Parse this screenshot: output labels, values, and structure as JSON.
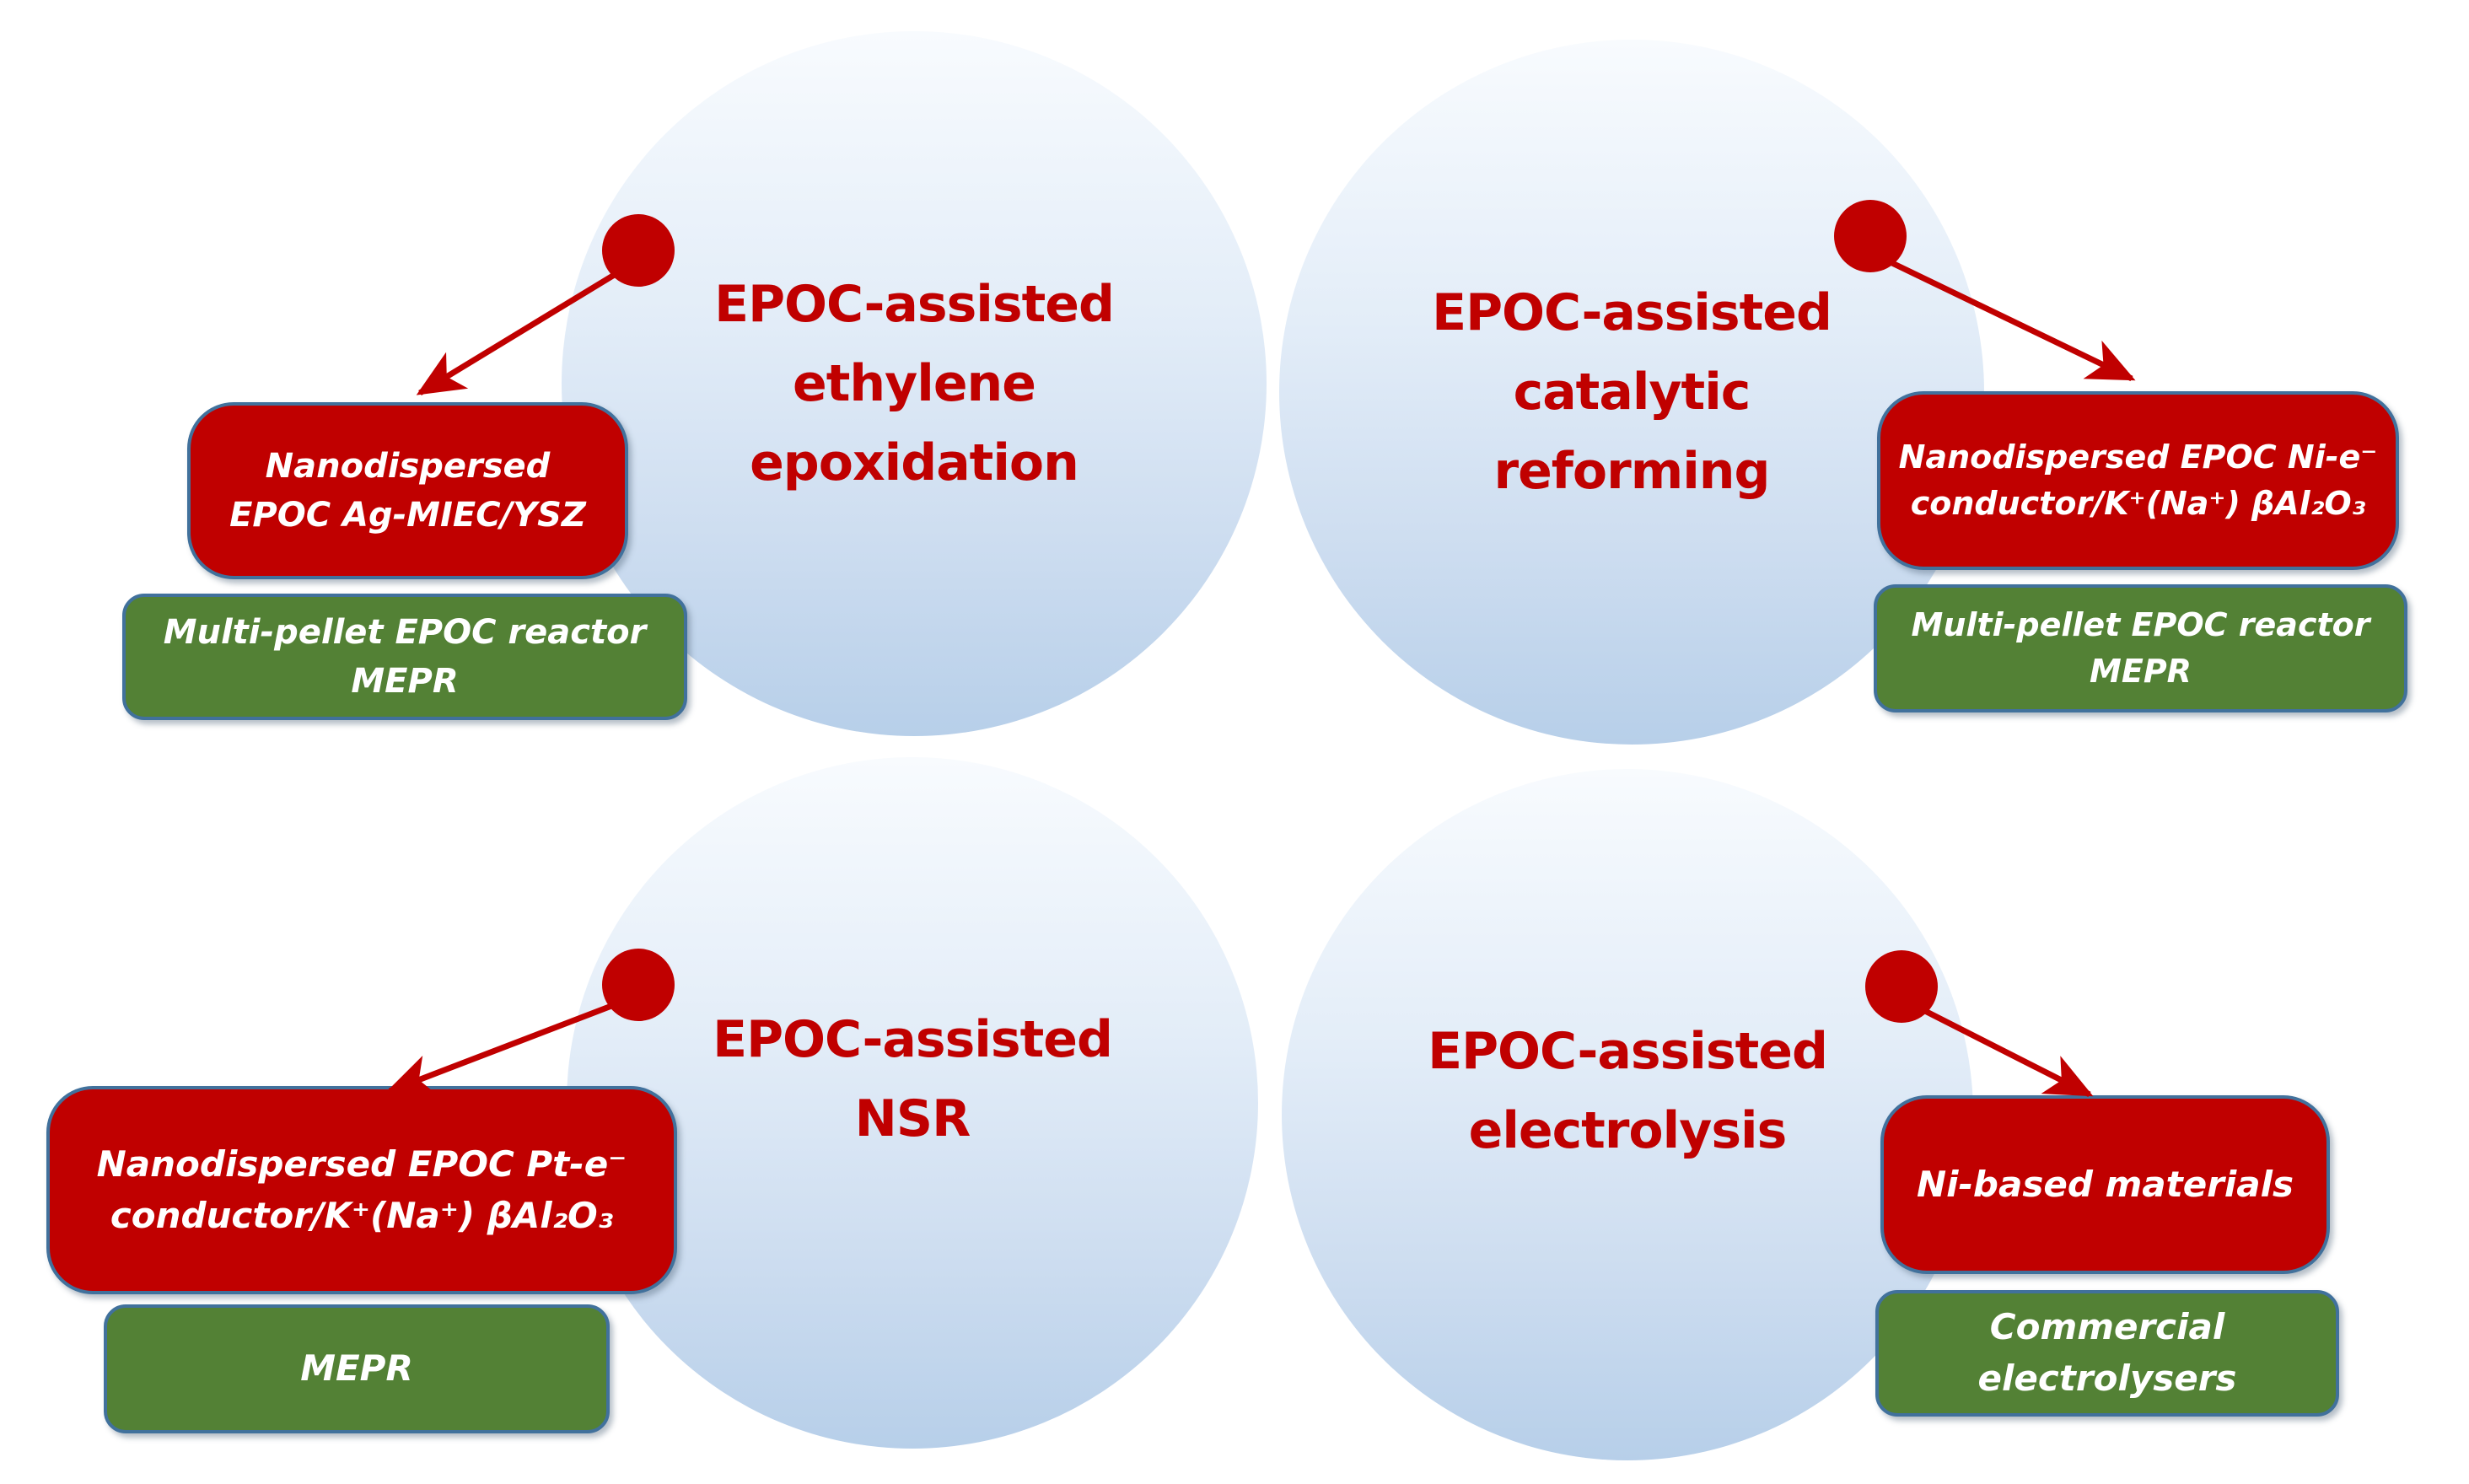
{
  "figure": {
    "description": "EPOC applications diagram with four circles and catalyst/reactor label boxes"
  },
  "colors": {
    "accent_red": "#c00000",
    "box_green": "#538135",
    "box_border_blue": "#41719c",
    "circle_gradient_top": "#f8fbfe",
    "circle_gradient_bottom": "#b7cfe9",
    "label_text": "#ffffff",
    "background": "#ffffff"
  },
  "sections": [
    {
      "id": "ethylene-epoxidation",
      "circle_title_lines": [
        "EPOC-assisted",
        "ethylene",
        "epoxidation"
      ],
      "red_box_lines": [
        "Nanodispersed",
        "EPOC Ag-MIEC/YSZ"
      ],
      "green_box_lines": [
        "Multi-pellet EPOC reactor",
        "MEPR"
      ]
    },
    {
      "id": "catalytic-reforming",
      "circle_title_lines": [
        "EPOC-assisted",
        "catalytic",
        "reforming"
      ],
      "red_box_lines": [
        "Nanodispersed EPOC Ni-e⁻",
        "conductor/K⁺(Na⁺) βAl₂O₃"
      ],
      "green_box_lines": [
        "Multi-pellet EPOC reactor",
        "MEPR"
      ]
    },
    {
      "id": "nsr",
      "circle_title_lines": [
        "EPOC-assisted",
        "NSR"
      ],
      "red_box_lines": [
        "Nanodispersed EPOC Pt-e⁻",
        "conductor/K⁺(Na⁺) βAl₂O₃"
      ],
      "green_box_lines": [
        "MEPR"
      ]
    },
    {
      "id": "electrolysis",
      "circle_title_lines": [
        "EPOC-assisted",
        "electrolysis"
      ],
      "red_box_lines": [
        "Ni-based materials"
      ],
      "green_box_lines": [
        "Commercial",
        "electrolysers"
      ]
    }
  ]
}
